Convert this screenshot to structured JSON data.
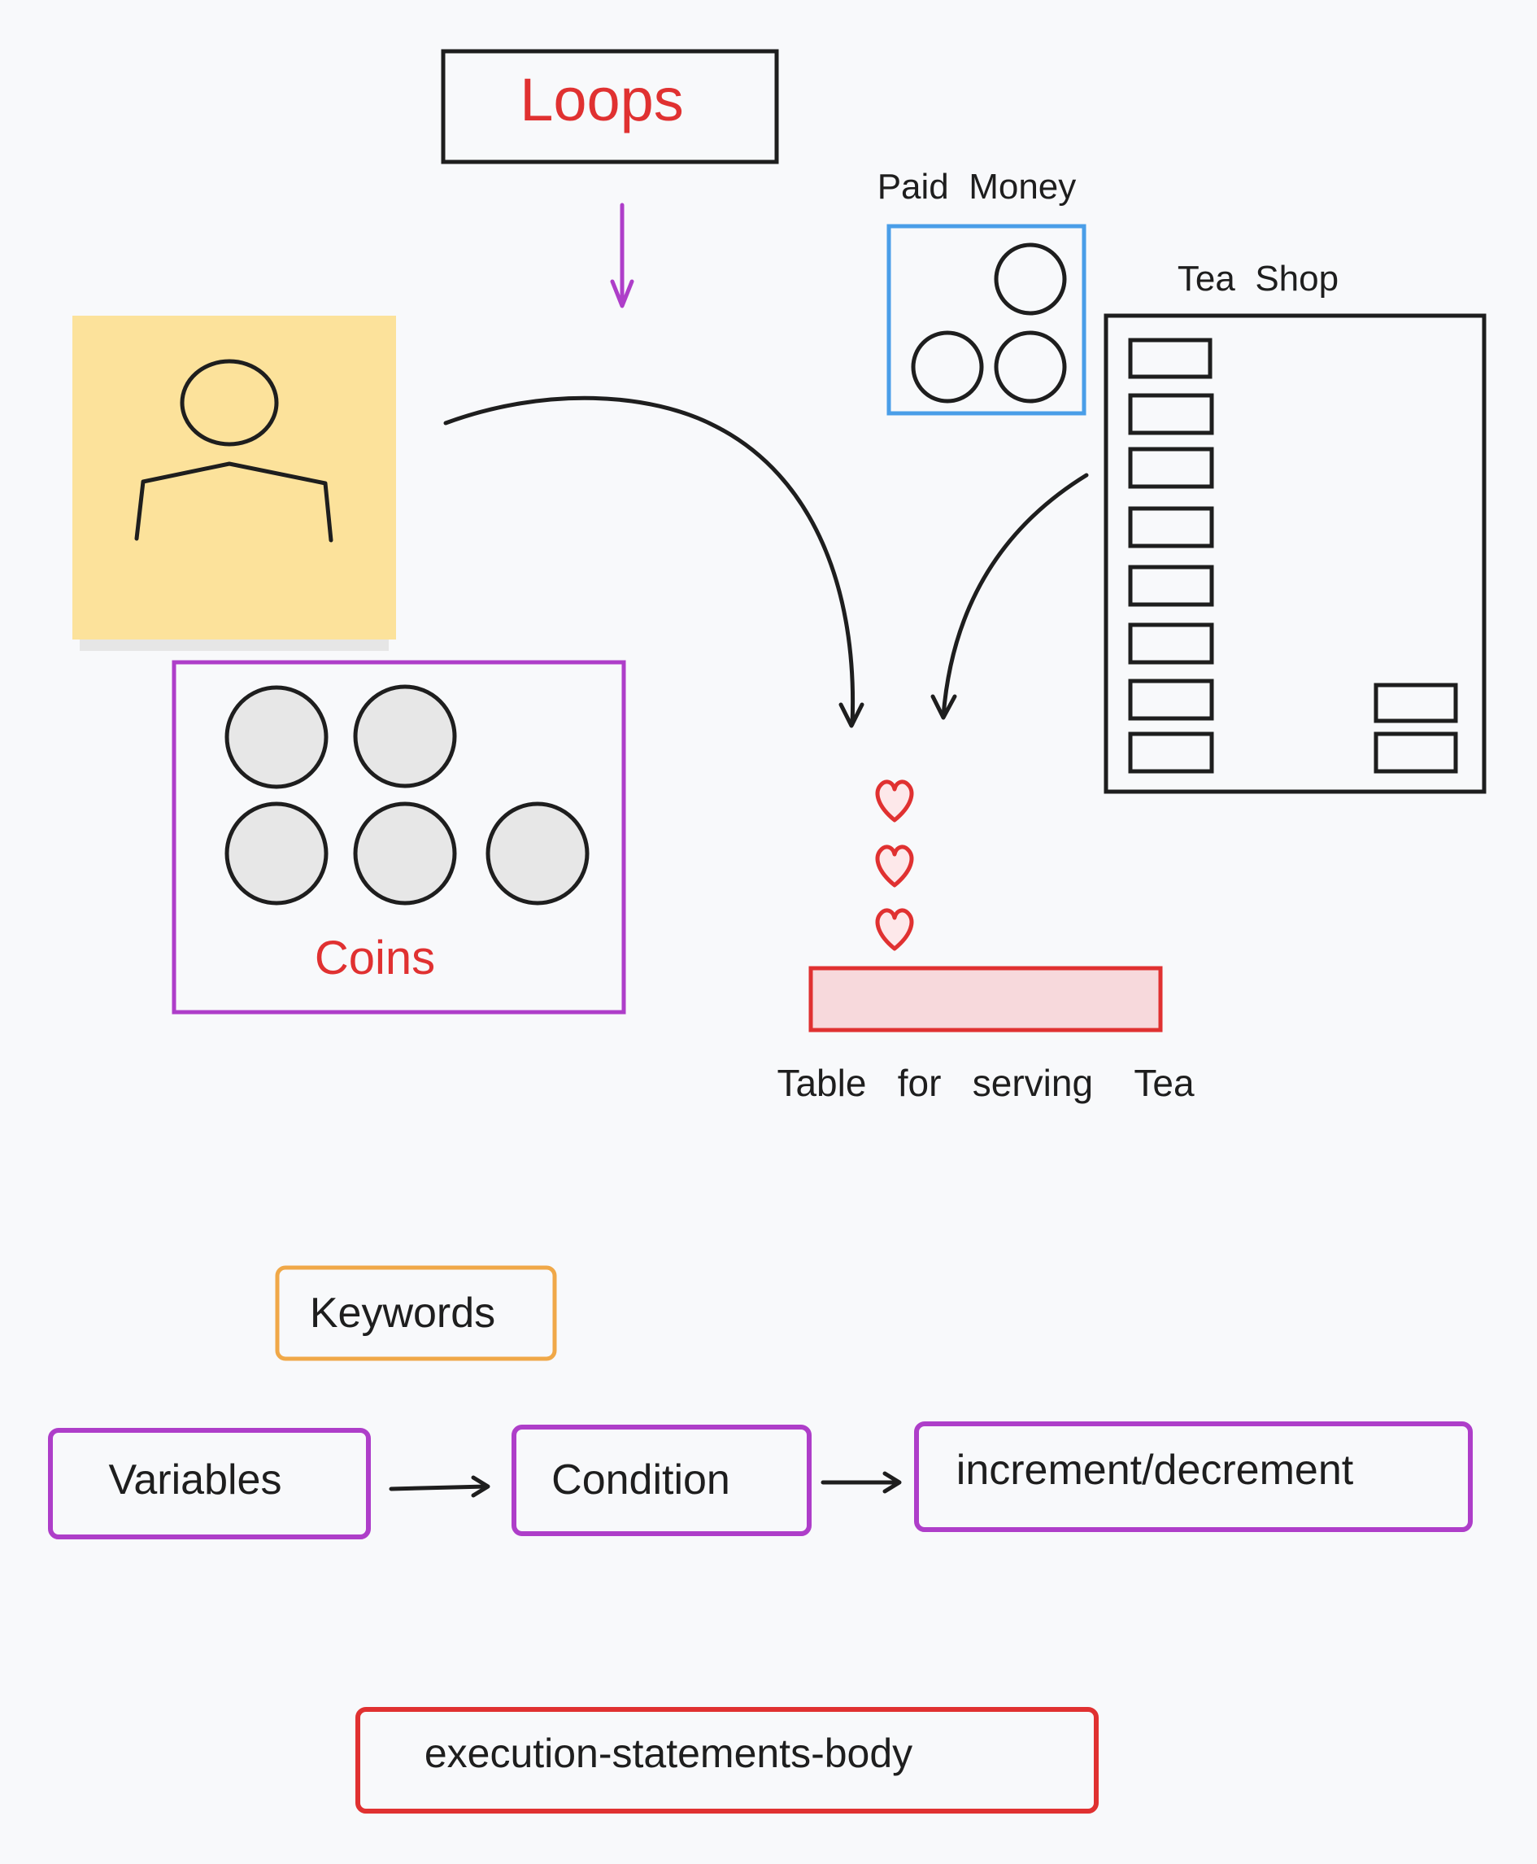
{
  "title": "Loops",
  "labels": {
    "paid_money": "Paid  Money",
    "tea_shop": "Tea  Shop",
    "coins": "Coins",
    "table": "Table   for   serving    Tea"
  },
  "flow": {
    "keywords": "Keywords",
    "variables": "Variables",
    "condition": "Condition",
    "increment": "increment/decrement",
    "body": "execution-statements-body"
  },
  "colors": {
    "stroke": "#1e1e1e",
    "title_text": "#e03131",
    "arrow_purple": "#ae3ec9",
    "paid_box": "#4a9ee8",
    "sticky_note": "#fce29b",
    "coin_fill": "#e7e7e7",
    "table_fill": "#f7d9dc",
    "heart": "#e03131",
    "keywords_box": "#f0a848",
    "flow_box": "#ae3ec9",
    "body_box": "#e03131"
  }
}
